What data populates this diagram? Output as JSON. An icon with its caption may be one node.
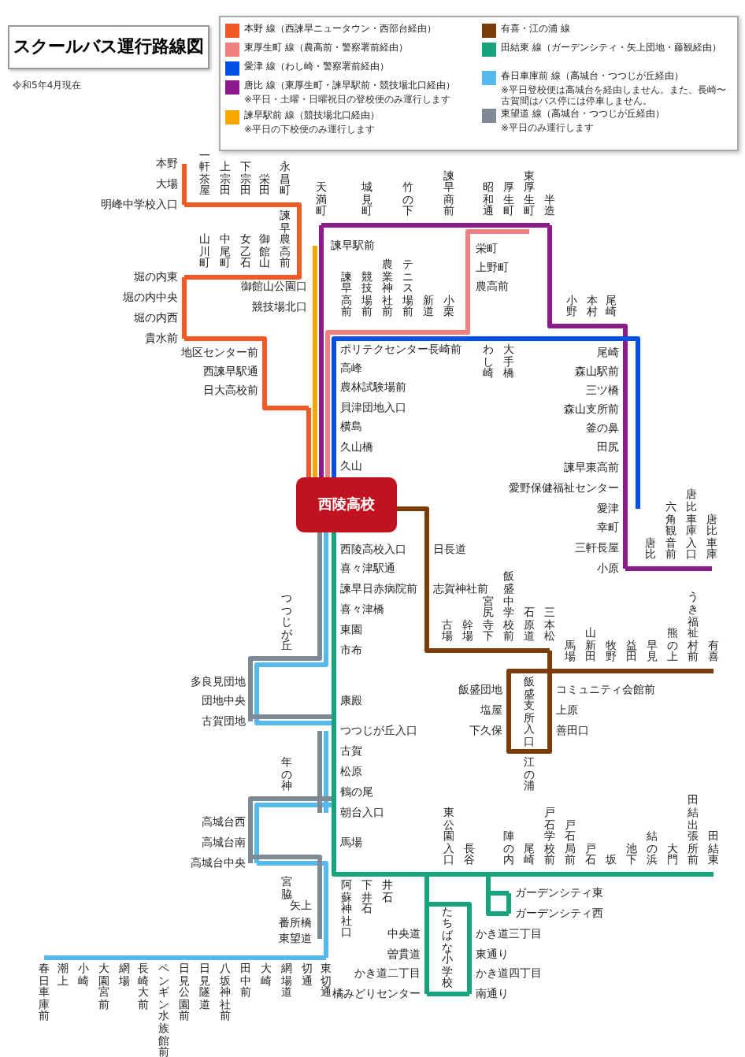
{
  "diagram": {
    "title": "スクールバス運行路線図",
    "nodes": [
      {
        "text": [
          "西陵高校"
        ]
      },
      {
        "text": [
          "本野"
        ]
      },
      {
        "text": [
          "大場"
        ]
      },
      {
        "text": [
          "明峰中学校入口"
        ]
      },
      {
        "text": [
          "一軒茶屋"
        ]
      },
      {
        "text": [
          "上宗田"
        ]
      },
      {
        "text": [
          "下宗田"
        ]
      },
      {
        "text": [
          "栄田"
        ]
      },
      {
        "text": [
          "永昌町"
        ]
      },
      {
        "text": [
          "諫早農高前"
        ]
      },
      {
        "text": [
          "御館山"
        ]
      },
      {
        "text": [
          "女乙石"
        ]
      },
      {
        "text": [
          "中尾町"
        ]
      },
      {
        "text": [
          "山川町"
        ]
      },
      {
        "text": [
          "堀の内東"
        ]
      },
      {
        "text": [
          "堀の内中央"
        ]
      },
      {
        "text": [
          "堀の内西"
        ]
      },
      {
        "text": [
          "貴水前"
        ]
      },
      {
        "text": [
          "地区センター前"
        ]
      },
      {
        "text": [
          "西諫早駅通"
        ]
      },
      {
        "text": [
          "日大高校前"
        ]
      },
      {
        "text": [
          "諫早駅前"
        ]
      },
      {
        "text": [
          "御館山公園口"
        ]
      },
      {
        "text": [
          "競技場北口"
        ]
      },
      {
        "text": [
          "ポリテクセンター長崎前"
        ]
      },
      {
        "text": [
          "高峰"
        ]
      },
      {
        "text": [
          "農林試験場前"
        ]
      },
      {
        "text": [
          "貝津団地入口"
        ]
      },
      {
        "text": [
          "横島"
        ]
      },
      {
        "text": [
          "久山橋"
        ]
      },
      {
        "text": [
          "久山"
        ]
      },
      {
        "text": [
          "天満町"
        ]
      },
      {
        "text": [
          "城見町"
        ]
      },
      {
        "text": [
          "竹の下"
        ]
      },
      {
        "text": [
          "諫早商前"
        ]
      },
      {
        "text": [
          "昭和通"
        ]
      },
      {
        "text": [
          "厚生町"
        ]
      },
      {
        "text": [
          "東厚生町"
        ]
      },
      {
        "text": [
          "半造"
        ]
      },
      {
        "text": [
          "栄町"
        ]
      },
      {
        "text": [
          "上野町"
        ]
      },
      {
        "text": [
          "農高前"
        ]
      },
      {
        "text": [
          "諫早高前"
        ]
      },
      {
        "text": [
          "競技場前"
        ]
      },
      {
        "text": [
          "農業神社前"
        ]
      },
      {
        "text": [
          "テニス場前"
        ]
      },
      {
        "text": [
          "新道"
        ]
      },
      {
        "text": [
          "小栗"
        ]
      },
      {
        "text": [
          "わし崎"
        ]
      },
      {
        "text": [
          "大手橋"
        ]
      },
      {
        "text": [
          "小野"
        ]
      },
      {
        "text": [
          "本村"
        ]
      },
      {
        "text": [
          "尾崎"
        ]
      },
      {
        "text": [
          "尾崎"
        ]
      },
      {
        "text": [
          "森山駅前"
        ]
      },
      {
        "text": [
          "三ツ橋"
        ]
      },
      {
        "text": [
          "森山支所前"
        ]
      },
      {
        "text": [
          "釜の鼻"
        ]
      },
      {
        "text": [
          "田尻"
        ]
      },
      {
        "text": [
          "諫早東高前"
        ]
      },
      {
        "text": [
          "愛野保健福祉センター"
        ]
      },
      {
        "text": [
          "愛津"
        ]
      },
      {
        "text": [
          "幸町"
        ]
      },
      {
        "text": [
          "三軒長屋"
        ]
      },
      {
        "text": [
          "小原"
        ]
      },
      {
        "text": [
          "唐比"
        ]
      },
      {
        "text": [
          "六角観音前"
        ]
      },
      {
        "text": [
          "唐比車庫入口"
        ]
      },
      {
        "text": [
          "唐比車庫"
        ]
      },
      {
        "text": [
          "日長道"
        ]
      },
      {
        "text": [
          "志賀神社前"
        ]
      },
      {
        "text": [
          "古場"
        ]
      },
      {
        "text": [
          "幹場"
        ]
      },
      {
        "text": [
          "宮尻寺下"
        ]
      },
      {
        "text": [
          "飯盛中学校前"
        ]
      },
      {
        "text": [
          "石原道"
        ]
      },
      {
        "text": [
          "三本松"
        ]
      },
      {
        "text": [
          "馬場"
        ]
      },
      {
        "text": [
          "山新田"
        ]
      },
      {
        "text": [
          "牧野"
        ]
      },
      {
        "text": [
          "益田"
        ]
      },
      {
        "text": [
          "早見"
        ]
      },
      {
        "text": [
          "熊の上"
        ]
      },
      {
        "text": [
          "うき福祉村前"
        ]
      },
      {
        "text": [
          "有喜"
        ]
      },
      {
        "text": [
          "飯盛支所入口"
        ]
      },
      {
        "text": [
          "飯盛団地"
        ]
      },
      {
        "text": [
          "塩屋"
        ]
      },
      {
        "text": [
          "下久保"
        ]
      },
      {
        "text": [
          "江の浦"
        ]
      },
      {
        "text": [
          "善田口"
        ]
      },
      {
        "text": [
          "上原"
        ]
      },
      {
        "text": [
          "コミュニティ会館前"
        ]
      },
      {
        "text": [
          "西陵高校入口"
        ]
      },
      {
        "text": [
          "喜々津駅通"
        ]
      },
      {
        "text": [
          "諫早日赤病院前"
        ]
      },
      {
        "text": [
          "喜々津橋"
        ]
      },
      {
        "text": [
          "東園"
        ]
      },
      {
        "text": [
          "市布"
        ]
      },
      {
        "text": [
          "つつじが丘"
        ]
      },
      {
        "text": [
          "多良見団地"
        ]
      },
      {
        "text": [
          "団地中央"
        ]
      },
      {
        "text": [
          "古賀団地"
        ]
      },
      {
        "text": [
          "康殿"
        ]
      },
      {
        "text": [
          "つつじが丘入口"
        ]
      },
      {
        "text": [
          "古賀"
        ]
      },
      {
        "text": [
          "松原"
        ]
      },
      {
        "text": [
          "鶴の尾"
        ]
      },
      {
        "text": [
          "朝台入口"
        ]
      },
      {
        "text": [
          "年の神"
        ]
      },
      {
        "text": [
          "高城台西"
        ]
      },
      {
        "text": [
          "高城台南"
        ]
      },
      {
        "text": [
          "高城台中央"
        ]
      },
      {
        "text": [
          "宮脇"
        ]
      },
      {
        "text": [
          "馬場"
        ]
      },
      {
        "text": [
          "矢上"
        ]
      },
      {
        "text": [
          "番所橋"
        ]
      },
      {
        "text": [
          "東望道"
        ]
      },
      {
        "text": [
          "東切通"
        ]
      },
      {
        "text": [
          "切通"
        ]
      },
      {
        "text": [
          "網場道"
        ]
      },
      {
        "text": [
          "大崎"
        ]
      },
      {
        "text": [
          "田中前"
        ]
      },
      {
        "text": [
          "八坂神社前"
        ]
      },
      {
        "text": [
          "日見隧道"
        ]
      },
      {
        "text": [
          "日見公園前"
        ]
      },
      {
        "text": [
          "ペンギン水族館前"
        ]
      },
      {
        "text": [
          "長崎大前"
        ]
      },
      {
        "text": [
          "網場"
        ]
      },
      {
        "text": [
          "大園宮前"
        ]
      },
      {
        "text": [
          "小崎"
        ]
      },
      {
        "text": [
          "潮上"
        ]
      },
      {
        "text": [
          "春日車庫前"
        ]
      },
      {
        "text": [
          "阿蘇神社口"
        ]
      },
      {
        "text": [
          "下井石"
        ]
      },
      {
        "text": [
          "井石"
        ]
      },
      {
        "text": [
          "東公園入口"
        ]
      },
      {
        "text": [
          "長谷"
        ]
      },
      {
        "text": [
          "陣の内"
        ]
      },
      {
        "text": [
          "尾崎"
        ]
      },
      {
        "text": [
          "戸石学校前"
        ]
      },
      {
        "text": [
          "戸石局前"
        ]
      },
      {
        "text": [
          "戸石"
        ]
      },
      {
        "text": [
          "坂"
        ]
      },
      {
        "text": [
          "池下"
        ]
      },
      {
        "text": [
          "結の浜"
        ]
      },
      {
        "text": [
          "大門"
        ]
      },
      {
        "text": [
          "田結出張所前"
        ]
      },
      {
        "text": [
          "田結東"
        ]
      },
      {
        "text": [
          "ガーデンシティ東"
        ]
      },
      {
        "text": [
          "ガーデンシティ西"
        ]
      },
      {
        "text": [
          "中央道"
        ]
      },
      {
        "text": [
          "曽貫道"
        ]
      },
      {
        "text": [
          "かき道二丁目"
        ]
      },
      {
        "text": [
          "橘みどりセンター"
        ]
      },
      {
        "text": [
          "たちばな小学校"
        ]
      },
      {
        "text": [
          "南通り"
        ]
      },
      {
        "text": [
          "かき道四丁目"
        ]
      },
      {
        "text": [
          "東通り"
        ]
      },
      {
        "text": [
          "かき道三丁目"
        ]
      }
    ],
    "edges": [
      {
        "from": 1,
        "to": 2,
        "arrow": "none",
        "color": "#f15a22"
      },
      {
        "from": 2,
        "to": 3,
        "arrow": "none",
        "color": "#f15a22"
      },
      {
        "from": 3,
        "to": 4,
        "arrow": "none",
        "color": "#f15a22"
      },
      {
        "from": 4,
        "to": 5,
        "arrow": "none",
        "color": "#f15a22"
      },
      {
        "from": 5,
        "to": 6,
        "arrow": "none",
        "color": "#f15a22"
      },
      {
        "from": 6,
        "to": 7,
        "arrow": "none",
        "color": "#f15a22"
      },
      {
        "from": 7,
        "to": 8,
        "arrow": "none",
        "color": "#f15a22"
      },
      {
        "from": 8,
        "to": 9,
        "arrow": "none",
        "color": "#f15a22"
      },
      {
        "from": 9,
        "to": 10,
        "arrow": "none",
        "color": "#f15a22"
      },
      {
        "from": 10,
        "to": 11,
        "arrow": "none",
        "color": "#f15a22"
      },
      {
        "from": 11,
        "to": 12,
        "arrow": "none",
        "color": "#f15a22"
      },
      {
        "from": 12,
        "to": 13,
        "arrow": "none",
        "color": "#f15a22"
      },
      {
        "from": 13,
        "to": 14,
        "arrow": "none",
        "color": "#f15a22"
      },
      {
        "from": 14,
        "to": 15,
        "arrow": "none",
        "color": "#f15a22"
      },
      {
        "from": 15,
        "to": 16,
        "arrow": "none",
        "color": "#f15a22"
      },
      {
        "from": 16,
        "to": 17,
        "arrow": "none",
        "color": "#f15a22"
      },
      {
        "from": 17,
        "to": 18,
        "arrow": "none",
        "color": "#f15a22"
      },
      {
        "from": 18,
        "to": 19,
        "arrow": "none",
        "color": "#f15a22"
      },
      {
        "from": 19,
        "to": 20,
        "arrow": "none",
        "color": "#f15a22"
      },
      {
        "from": 20,
        "to": 27,
        "arrow": "none",
        "color": "#f15a22"
      },
      {
        "from": 27,
        "to": 28,
        "arrow": "none",
        "color": "#f15a22"
      },
      {
        "from": 28,
        "to": 29,
        "arrow": "none",
        "color": "#f15a22"
      },
      {
        "from": 29,
        "to": 30,
        "arrow": "none",
        "color": "#f15a22"
      },
      {
        "from": 30,
        "to": 0,
        "arrow": "none",
        "color": "#f15a22"
      },
      {
        "from": 21,
        "to": 22,
        "arrow": "none",
        "color": "#f5a800"
      },
      {
        "from": 22,
        "to": 23,
        "arrow": "none",
        "color": "#f5a800"
      },
      {
        "from": 23,
        "to": 24,
        "arrow": "none",
        "color": "#f5a800"
      },
      {
        "from": 24,
        "to": 25,
        "arrow": "none",
        "color": "#f5a800"
      },
      {
        "from": 25,
        "to": 26,
        "arrow": "none",
        "color": "#f5a800"
      },
      {
        "from": 26,
        "to": 27,
        "arrow": "none",
        "color": "#f5a800"
      },
      {
        "from": 27,
        "to": 28,
        "arrow": "none",
        "color": "#f5a800"
      },
      {
        "from": 28,
        "to": 29,
        "arrow": "none",
        "color": "#f5a800"
      },
      {
        "from": 29,
        "to": 30,
        "arrow": "none",
        "color": "#f5a800"
      },
      {
        "from": 30,
        "to": 0,
        "arrow": "none",
        "color": "#f5a800"
      },
      {
        "from": 68,
        "to": 67,
        "arrow": "none",
        "color": "#8b1a8b"
      },
      {
        "from": 67,
        "to": 66,
        "arrow": "none",
        "color": "#8b1a8b"
      },
      {
        "from": 66,
        "to": 65,
        "arrow": "none",
        "color": "#8b1a8b"
      },
      {
        "from": 65,
        "to": 64,
        "arrow": "none",
        "color": "#8b1a8b"
      },
      {
        "from": 64,
        "to": 63,
        "arrow": "none",
        "color": "#8b1a8b"
      },
      {
        "from": 63,
        "to": 62,
        "arrow": "none",
        "color": "#8b1a8b"
      },
      {
        "from": 62,
        "to": 61,
        "arrow": "none",
        "color": "#8b1a8b"
      },
      {
        "from": 61,
        "to": 60,
        "arrow": "none",
        "color": "#8b1a8b"
      },
      {
        "from": 60,
        "to": 59,
        "arrow": "none",
        "color": "#8b1a8b"
      },
      {
        "from": 59,
        "to": 58,
        "arrow": "none",
        "color": "#8b1a8b"
      },
      {
        "from": 58,
        "to": 57,
        "arrow": "none",
        "color": "#8b1a8b"
      },
      {
        "from": 57,
        "to": 56,
        "arrow": "none",
        "color": "#8b1a8b"
      },
      {
        "from": 56,
        "to": 55,
        "arrow": "none",
        "color": "#8b1a8b"
      },
      {
        "from": 55,
        "to": 54,
        "arrow": "none",
        "color": "#8b1a8b"
      },
      {
        "from": 54,
        "to": 53,
        "arrow": "none",
        "color": "#8b1a8b"
      },
      {
        "from": 53,
        "to": 52,
        "arrow": "none",
        "color": "#8b1a8b"
      },
      {
        "from": 52,
        "to": 51,
        "arrow": "none",
        "color": "#8b1a8b"
      },
      {
        "from": 51,
        "to": 50,
        "arrow": "none",
        "color": "#8b1a8b"
      },
      {
        "from": 50,
        "to": 38,
        "arrow": "none",
        "color": "#8b1a8b"
      },
      {
        "from": 38,
        "to": 37,
        "arrow": "none",
        "color": "#8b1a8b"
      },
      {
        "from": 37,
        "to": 36,
        "arrow": "none",
        "color": "#8b1a8b"
      },
      {
        "from": 36,
        "to": 35,
        "arrow": "none",
        "color": "#8b1a8b"
      },
      {
        "from": 35,
        "to": 34,
        "arrow": "none",
        "color": "#8b1a8b"
      },
      {
        "from": 34,
        "to": 33,
        "arrow": "none",
        "color": "#8b1a8b"
      },
      {
        "from": 33,
        "to": 32,
        "arrow": "none",
        "color": "#8b1a8b"
      },
      {
        "from": 32,
        "to": 31,
        "arrow": "none",
        "color": "#8b1a8b"
      },
      {
        "from": 31,
        "to": 21,
        "arrow": "none",
        "color": "#8b1a8b"
      },
      {
        "from": 21,
        "to": 22,
        "arrow": "none",
        "color": "#8b1a8b"
      },
      {
        "from": 22,
        "to": 23,
        "arrow": "none",
        "color": "#8b1a8b"
      },
      {
        "from": 23,
        "to": 24,
        "arrow": "none",
        "color": "#8b1a8b"
      },
      {
        "from": 24,
        "to": 25,
        "arrow": "none",
        "color": "#8b1a8b"
      },
      {
        "from": 25,
        "to": 26,
        "arrow": "none",
        "color": "#8b1a8b"
      },
      {
        "from": 26,
        "to": 27,
        "arrow": "none",
        "color": "#8b1a8b"
      },
      {
        "from": 27,
        "to": 28,
        "arrow": "none",
        "color": "#8b1a8b"
      },
      {
        "from": 28,
        "to": 29,
        "arrow": "none",
        "color": "#8b1a8b"
      },
      {
        "from": 29,
        "to": 30,
        "arrow": "none",
        "color": "#8b1a8b"
      },
      {
        "from": 30,
        "to": 0,
        "arrow": "none",
        "color": "#8b1a8b"
      },
      {
        "from": 61,
        "to": 60,
        "arrow": "none",
        "color": "#0050e6"
      },
      {
        "from": 60,
        "to": 59,
        "arrow": "none",
        "color": "#0050e6"
      },
      {
        "from": 59,
        "to": 58,
        "arrow": "none",
        "color": "#0050e6"
      },
      {
        "from": 58,
        "to": 57,
        "arrow": "none",
        "color": "#0050e6"
      },
      {
        "from": 57,
        "to": 56,
        "arrow": "none",
        "color": "#0050e6"
      },
      {
        "from": 56,
        "to": 55,
        "arrow": "none",
        "color": "#0050e6"
      },
      {
        "from": 55,
        "to": 54,
        "arrow": "none",
        "color": "#0050e6"
      },
      {
        "from": 54,
        "to": 53,
        "arrow": "none",
        "color": "#0050e6"
      },
      {
        "from": 53,
        "to": 52,
        "arrow": "none",
        "color": "#0050e6"
      },
      {
        "from": 52,
        "to": 51,
        "arrow": "none",
        "color": "#0050e6"
      },
      {
        "from": 51,
        "to": 50,
        "arrow": "none",
        "color": "#0050e6"
      },
      {
        "from": 50,
        "to": 49,
        "arrow": "none",
        "color": "#0050e6"
      },
      {
        "from": 49,
        "to": 48,
        "arrow": "none",
        "color": "#0050e6"
      },
      {
        "from": 48,
        "to": 47,
        "arrow": "none",
        "color": "#0050e6"
      },
      {
        "from": 47,
        "to": 46,
        "arrow": "none",
        "color": "#0050e6"
      },
      {
        "from": 46,
        "to": 45,
        "arrow": "none",
        "color": "#0050e6"
      },
      {
        "from": 45,
        "to": 44,
        "arrow": "none",
        "color": "#0050e6"
      },
      {
        "from": 44,
        "to": 43,
        "arrow": "none",
        "color": "#0050e6"
      },
      {
        "from": 43,
        "to": 42,
        "arrow": "none",
        "color": "#0050e6"
      },
      {
        "from": 42,
        "to": 24,
        "arrow": "none",
        "color": "#0050e6"
      },
      {
        "from": 24,
        "to": 25,
        "arrow": "none",
        "color": "#0050e6"
      },
      {
        "from": 25,
        "to": 26,
        "arrow": "none",
        "color": "#0050e6"
      },
      {
        "from": 26,
        "to": 27,
        "arrow": "none",
        "color": "#0050e6"
      },
      {
        "from": 27,
        "to": 28,
        "arrow": "none",
        "color": "#0050e6"
      },
      {
        "from": 28,
        "to": 29,
        "arrow": "none",
        "color": "#0050e6"
      },
      {
        "from": 29,
        "to": 30,
        "arrow": "none",
        "color": "#0050e6"
      },
      {
        "from": 30,
        "to": 0,
        "arrow": "none",
        "color": "#0050e6"
      },
      {
        "from": 37,
        "to": 36,
        "arrow": "none",
        "color": "#f08080"
      },
      {
        "from": 36,
        "to": 35,
        "arrow": "none",
        "color": "#f08080"
      },
      {
        "from": 35,
        "to": 39,
        "arrow": "none",
        "color": "#f08080"
      },
      {
        "from": 39,
        "to": 40,
        "arrow": "none",
        "color": "#f08080"
      },
      {
        "from": 40,
        "to": 41,
        "arrow": "none",
        "color": "#f08080"
      },
      {
        "from": 41,
        "to": 47,
        "arrow": "none",
        "color": "#f08080"
      },
      {
        "from": 47,
        "to": 46,
        "arrow": "none",
        "color": "#f08080"
      },
      {
        "from": 46,
        "to": 45,
        "arrow": "none",
        "color": "#f08080"
      },
      {
        "from": 45,
        "to": 44,
        "arrow": "none",
        "color": "#f08080"
      },
      {
        "from": 44,
        "to": 43,
        "arrow": "none",
        "color": "#f08080"
      },
      {
        "from": 43,
        "to": 42,
        "arrow": "none",
        "color": "#f08080"
      },
      {
        "from": 42,
        "to": 24,
        "arrow": "none",
        "color": "#f08080"
      },
      {
        "from": 24,
        "to": 25,
        "arrow": "none",
        "color": "#f08080"
      },
      {
        "from": 25,
        "to": 26,
        "arrow": "none",
        "color": "#f08080"
      },
      {
        "from": 26,
        "to": 27,
        "arrow": "none",
        "color": "#f08080"
      },
      {
        "from": 27,
        "to": 28,
        "arrow": "none",
        "color": "#f08080"
      },
      {
        "from": 28,
        "to": 29,
        "arrow": "none",
        "color": "#f08080"
      },
      {
        "from": 29,
        "to": 30,
        "arrow": "none",
        "color": "#f08080"
      },
      {
        "from": 30,
        "to": 0,
        "arrow": "none",
        "color": "#f08080"
      },
      {
        "from": 0,
        "to": 69,
        "arrow": "none",
        "color": "#7a3d0a"
      },
      {
        "from": 69,
        "to": 70,
        "arrow": "none",
        "color": "#7a3d0a"
      },
      {
        "from": 70,
        "to": 71,
        "arrow": "none",
        "color": "#7a3d0a"
      },
      {
        "from": 71,
        "to": 72,
        "arrow": "none",
        "color": "#7a3d0a"
      },
      {
        "from": 72,
        "to": 73,
        "arrow": "none",
        "color": "#7a3d0a"
      },
      {
        "from": 73,
        "to": 74,
        "arrow": "none",
        "color": "#7a3d0a"
      },
      {
        "from": 74,
        "to": 75,
        "arrow": "none",
        "color": "#7a3d0a"
      },
      {
        "from": 75,
        "to": 76,
        "arrow": "none",
        "color": "#7a3d0a"
      },
      {
        "from": 76,
        "to": 77,
        "arrow": "none",
        "color": "#7a3d0a"
      },
      {
        "from": 77,
        "to": 78,
        "arrow": "none",
        "color": "#7a3d0a"
      },
      {
        "from": 78,
        "to": 79,
        "arrow": "none",
        "color": "#7a3d0a"
      },
      {
        "from": 79,
        "to": 80,
        "arrow": "none",
        "color": "#7a3d0a"
      },
      {
        "from": 80,
        "to": 81,
        "arrow": "none",
        "color": "#7a3d0a"
      },
      {
        "from": 81,
        "to": 82,
        "arrow": "none",
        "color": "#7a3d0a"
      },
      {
        "from": 82,
        "to": 83,
        "arrow": "none",
        "color": "#7a3d0a"
      },
      {
        "from": 83,
        "to": 84,
        "arrow": "none",
        "color": "#7a3d0a"
      },
      {
        "from": 76,
        "to": 85,
        "arrow": "none",
        "color": "#7a3d0a"
      },
      {
        "from": 85,
        "to": 86,
        "arrow": "none",
        "color": "#7a3d0a"
      },
      {
        "from": 86,
        "to": 87,
        "arrow": "none",
        "color": "#7a3d0a"
      },
      {
        "from": 87,
        "to": 88,
        "arrow": "none",
        "color": "#7a3d0a"
      },
      {
        "from": 88,
        "to": 89,
        "arrow": "none",
        "color": "#7a3d0a"
      },
      {
        "from": 89,
        "to": 90,
        "arrow": "none",
        "color": "#7a3d0a"
      },
      {
        "from": 90,
        "to": 91,
        "arrow": "none",
        "color": "#7a3d0a"
      },
      {
        "from": 91,
        "to": 92,
        "arrow": "none",
        "color": "#7a3d0a"
      },
      {
        "from": 92,
        "to": 76,
        "arrow": "none",
        "color": "#7a3d0a"
      },
      {
        "from": 0,
        "to": 93,
        "arrow": "none",
        "color": "#55b9ee"
      },
      {
        "from": 93,
        "to": 94,
        "arrow": "none",
        "color": "#55b9ee"
      },
      {
        "from": 94,
        "to": 95,
        "arrow": "none",
        "color": "#55b9ee"
      },
      {
        "from": 95,
        "to": 96,
        "arrow": "none",
        "color": "#55b9ee"
      },
      {
        "from": 96,
        "to": 97,
        "arrow": "none",
        "color": "#55b9ee"
      },
      {
        "from": 97,
        "to": 98,
        "arrow": "none",
        "color": "#55b9ee"
      },
      {
        "from": 98,
        "to": 99,
        "arrow": "none",
        "color": "#55b9ee"
      },
      {
        "from": 99,
        "to": 100,
        "arrow": "none",
        "color": "#55b9ee"
      },
      {
        "from": 100,
        "to": 101,
        "arrow": "none",
        "color": "#55b9ee"
      },
      {
        "from": 101,
        "to": 102,
        "arrow": "none",
        "color": "#55b9ee"
      },
      {
        "from": 102,
        "to": 104,
        "arrow": "none",
        "color": "#55b9ee"
      },
      {
        "from": 104,
        "to": 105,
        "arrow": "none",
        "color": "#55b9ee"
      },
      {
        "from": 105,
        "to": 106,
        "arrow": "none",
        "color": "#55b9ee"
      },
      {
        "from": 106,
        "to": 107,
        "arrow": "none",
        "color": "#55b9ee"
      },
      {
        "from": 107,
        "to": 108,
        "arrow": "none",
        "color": "#55b9ee"
      },
      {
        "from": 108,
        "to": 109,
        "arrow": "none",
        "color": "#55b9ee"
      },
      {
        "from": 109,
        "to": 110,
        "arrow": "none",
        "color": "#55b9ee"
      },
      {
        "from": 110,
        "to": 111,
        "arrow": "none",
        "color": "#55b9ee"
      },
      {
        "from": 111,
        "to": 112,
        "arrow": "none",
        "color": "#55b9ee"
      },
      {
        "from": 112,
        "to": 113,
        "arrow": "none",
        "color": "#55b9ee"
      },
      {
        "from": 113,
        "to": 115,
        "arrow": "none",
        "color": "#55b9ee"
      },
      {
        "from": 115,
        "to": 116,
        "arrow": "none",
        "color": "#55b9ee"
      },
      {
        "from": 116,
        "to": 117,
        "arrow": "none",
        "color": "#55b9ee"
      },
      {
        "from": 117,
        "to": 118,
        "arrow": "none",
        "color": "#55b9ee"
      },
      {
        "from": 118,
        "to": 119,
        "arrow": "none",
        "color": "#55b9ee"
      },
      {
        "from": 119,
        "to": 120,
        "arrow": "none",
        "color": "#55b9ee"
      },
      {
        "from": 120,
        "to": 121,
        "arrow": "none",
        "color": "#55b9ee"
      },
      {
        "from": 121,
        "to": 122,
        "arrow": "none",
        "color": "#55b9ee"
      },
      {
        "from": 122,
        "to": 123,
        "arrow": "none",
        "color": "#55b9ee"
      },
      {
        "from": 123,
        "to": 124,
        "arrow": "none",
        "color": "#55b9ee"
      },
      {
        "from": 124,
        "to": 125,
        "arrow": "none",
        "color": "#55b9ee"
      },
      {
        "from": 125,
        "to": 126,
        "arrow": "none",
        "color": "#55b9ee"
      },
      {
        "from": 126,
        "to": 127,
        "arrow": "none",
        "color": "#55b9ee"
      },
      {
        "from": 127,
        "to": 128,
        "arrow": "none",
        "color": "#55b9ee"
      },
      {
        "from": 128,
        "to": 129,
        "arrow": "none",
        "color": "#55b9ee"
      },
      {
        "from": 129,
        "to": 130,
        "arrow": "none",
        "color": "#55b9ee"
      },
      {
        "from": 130,
        "to": 131,
        "arrow": "none",
        "color": "#55b9ee"
      },
      {
        "from": 131,
        "to": 132,
        "arrow": "none",
        "color": "#55b9ee"
      },
      {
        "from": 0,
        "to": 93,
        "arrow": "none",
        "color": "#808a96"
      },
      {
        "from": 93,
        "to": 94,
        "arrow": "none",
        "color": "#808a96"
      },
      {
        "from": 94,
        "to": 95,
        "arrow": "none",
        "color": "#808a96"
      },
      {
        "from": 95,
        "to": 96,
        "arrow": "none",
        "color": "#808a96"
      },
      {
        "from": 96,
        "to": 97,
        "arrow": "none",
        "color": "#808a96"
      },
      {
        "from": 97,
        "to": 98,
        "arrow": "none",
        "color": "#808a96"
      },
      {
        "from": 98,
        "to": 99,
        "arrow": "none",
        "color": "#808a96"
      },
      {
        "from": 99,
        "to": 100,
        "arrow": "none",
        "color": "#808a96"
      },
      {
        "from": 100,
        "to": 101,
        "arrow": "none",
        "color": "#808a96"
      },
      {
        "from": 101,
        "to": 102,
        "arrow": "none",
        "color": "#808a96"
      },
      {
        "from": 102,
        "to": 104,
        "arrow": "none",
        "color": "#808a96"
      },
      {
        "from": 104,
        "to": 105,
        "arrow": "none",
        "color": "#808a96"
      },
      {
        "from": 105,
        "to": 106,
        "arrow": "none",
        "color": "#808a96"
      },
      {
        "from": 106,
        "to": 107,
        "arrow": "none",
        "color": "#808a96"
      },
      {
        "from": 107,
        "to": 108,
        "arrow": "none",
        "color": "#808a96"
      },
      {
        "from": 108,
        "to": 109,
        "arrow": "none",
        "color": "#808a96"
      },
      {
        "from": 109,
        "to": 110,
        "arrow": "none",
        "color": "#808a96"
      },
      {
        "from": 110,
        "to": 111,
        "arrow": "none",
        "color": "#808a96"
      },
      {
        "from": 111,
        "to": 112,
        "arrow": "none",
        "color": "#808a96"
      },
      {
        "from": 112,
        "to": 113,
        "arrow": "none",
        "color": "#808a96"
      },
      {
        "from": 113,
        "to": 115,
        "arrow": "none",
        "color": "#808a96"
      },
      {
        "from": 115,
        "to": 116,
        "arrow": "none",
        "color": "#808a96"
      },
      {
        "from": 116,
        "to": 117,
        "arrow": "none",
        "color": "#808a96"
      },
      {
        "from": 0,
        "to": 93,
        "arrow": "none",
        "color": "#14a37a"
      },
      {
        "from": 93,
        "to": 94,
        "arrow": "none",
        "color": "#14a37a"
      },
      {
        "from": 94,
        "to": 95,
        "arrow": "none",
        "color": "#14a37a"
      },
      {
        "from": 95,
        "to": 96,
        "arrow": "none",
        "color": "#14a37a"
      },
      {
        "from": 96,
        "to": 97,
        "arrow": "none",
        "color": "#14a37a"
      },
      {
        "from": 97,
        "to": 98,
        "arrow": "none",
        "color": "#14a37a"
      },
      {
        "from": 98,
        "to": 103,
        "arrow": "none",
        "color": "#14a37a"
      },
      {
        "from": 103,
        "to": 104,
        "arrow": "none",
        "color": "#14a37a"
      },
      {
        "from": 104,
        "to": 105,
        "arrow": "none",
        "color": "#14a37a"
      },
      {
        "from": 105,
        "to": 106,
        "arrow": "none",
        "color": "#14a37a"
      },
      {
        "from": 106,
        "to": 107,
        "arrow": "none",
        "color": "#14a37a"
      },
      {
        "from": 107,
        "to": 108,
        "arrow": "none",
        "color": "#14a37a"
      },
      {
        "from": 108,
        "to": 114,
        "arrow": "none",
        "color": "#14a37a"
      },
      {
        "from": 114,
        "to": 133,
        "arrow": "none",
        "color": "#14a37a"
      },
      {
        "from": 133,
        "to": 134,
        "arrow": "none",
        "color": "#14a37a"
      },
      {
        "from": 134,
        "to": 135,
        "arrow": "none",
        "color": "#14a37a"
      },
      {
        "from": 135,
        "to": 136,
        "arrow": "none",
        "color": "#14a37a"
      },
      {
        "from": 136,
        "to": 137,
        "arrow": "none",
        "color": "#14a37a"
      },
      {
        "from": 137,
        "to": 138,
        "arrow": "none",
        "color": "#14a37a"
      },
      {
        "from": 138,
        "to": 139,
        "arrow": "none",
        "color": "#14a37a"
      },
      {
        "from": 139,
        "to": 140,
        "arrow": "none",
        "color": "#14a37a"
      },
      {
        "from": 140,
        "to": 141,
        "arrow": "none",
        "color": "#14a37a"
      },
      {
        "from": 141,
        "to": 142,
        "arrow": "none",
        "color": "#14a37a"
      },
      {
        "from": 142,
        "to": 143,
        "arrow": "none",
        "color": "#14a37a"
      },
      {
        "from": 143,
        "to": 144,
        "arrow": "none",
        "color": "#14a37a"
      },
      {
        "from": 144,
        "to": 145,
        "arrow": "none",
        "color": "#14a37a"
      },
      {
        "from": 145,
        "to": 146,
        "arrow": "none",
        "color": "#14a37a"
      },
      {
        "from": 146,
        "to": 147,
        "arrow": "none",
        "color": "#14a37a"
      },
      {
        "from": 147,
        "to": 148,
        "arrow": "none",
        "color": "#14a37a"
      },
      {
        "from": 137,
        "to": 149,
        "arrow": "none",
        "color": "#14a37a"
      },
      {
        "from": 149,
        "to": 150,
        "arrow": "none",
        "color": "#14a37a"
      },
      {
        "from": 150,
        "to": 137,
        "arrow": "none",
        "color": "#14a37a"
      },
      {
        "from": 135,
        "to": 151,
        "arrow": "none",
        "color": "#14a37a"
      },
      {
        "from": 151,
        "to": 152,
        "arrow": "none",
        "color": "#14a37a"
      },
      {
        "from": 152,
        "to": 153,
        "arrow": "none",
        "color": "#14a37a"
      },
      {
        "from": 153,
        "to": 154,
        "arrow": "none",
        "color": "#14a37a"
      },
      {
        "from": 154,
        "to": 155,
        "arrow": "none",
        "color": "#14a37a"
      },
      {
        "from": 155,
        "to": 156,
        "arrow": "none",
        "color": "#14a37a"
      },
      {
        "from": 156,
        "to": 157,
        "arrow": "none",
        "color": "#14a37a"
      },
      {
        "from": 157,
        "to": 158,
        "arrow": "none",
        "color": "#14a37a"
      },
      {
        "from": 158,
        "to": 159,
        "arrow": "none",
        "color": "#14a37a"
      },
      {
        "from": 159,
        "to": 135,
        "arrow": "none",
        "color": "#14a37a"
      }
    ],
    "labels": [
      "令和5年4月現在",
      "※平日・土曜・日曜祝日の登校便のみ運行します",
      "※平日の下校便のみ運行します",
      "※平日登校便は高城台を経由しません。また、長崎〜古賀間はバス停には停車しません。",
      "※平日のみ運行します"
    ],
    "legend": [
      {
        "text": "本野 線（西諫早ニュータウン・西部台経由）",
        "color": "#f15a22"
      },
      {
        "text": "東厚生町 線（農高前・警察署前経由）",
        "color": "#f08080"
      },
      {
        "text": "愛津 線（わし崎・警察署前経由）",
        "color": "#0050e6"
      },
      {
        "text": "唐比 線（東厚生町・諫早駅前・競技場北口経由）",
        "color": "#8b1a8b"
      },
      {
        "text": "諫早駅前 線（競技場北口経由）",
        "color": "#f5a800"
      },
      {
        "text": "有喜・江の浦 線",
        "color": "#7a3d0a"
      },
      {
        "text": "田結東 線（ガーデンシティ・矢上団地・藤観経由）",
        "color": "#14a37a"
      },
      {
        "text": "春日車庫前 線（高城台・つつじが丘経由）",
        "color": "#55b9ee"
      },
      {
        "text": "東望道 線（高城台・つつじが丘経由）",
        "color": "#808a96"
      }
    ]
  }
}
